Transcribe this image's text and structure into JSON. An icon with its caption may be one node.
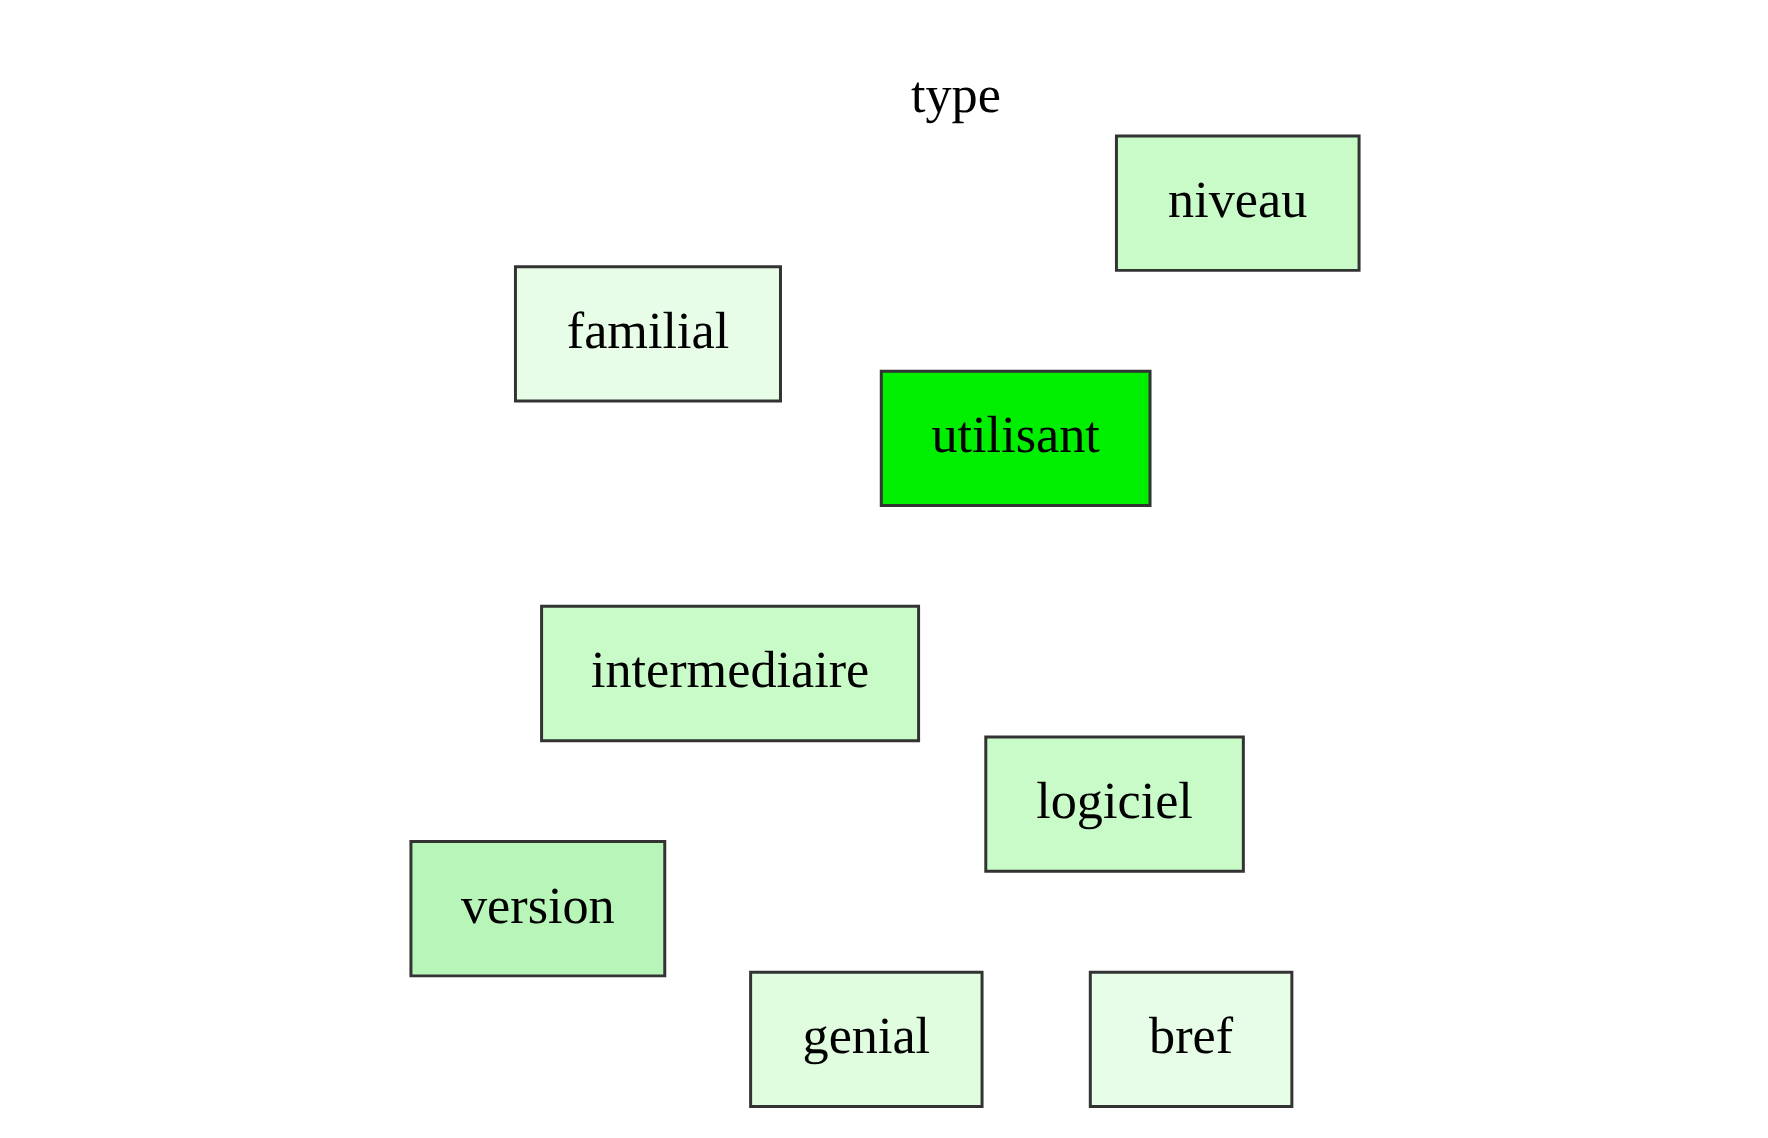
{
  "diagram": {
    "nodes": [
      {
        "text": [
          "version"
        ]
      },
      {
        "text": [
          "bref"
        ]
      },
      {
        "text": [
          "niveau"
        ]
      },
      {
        "text": [
          "utilisant"
        ]
      },
      {
        "text": [
          "logiciel"
        ]
      },
      {
        "text": [
          "intermediaire"
        ]
      },
      {
        "text": [
          "genial"
        ]
      },
      {
        "text": [
          "familial"
        ]
      }
    ],
    "edges": [],
    "labels": [
      "type"
    ]
  }
}
